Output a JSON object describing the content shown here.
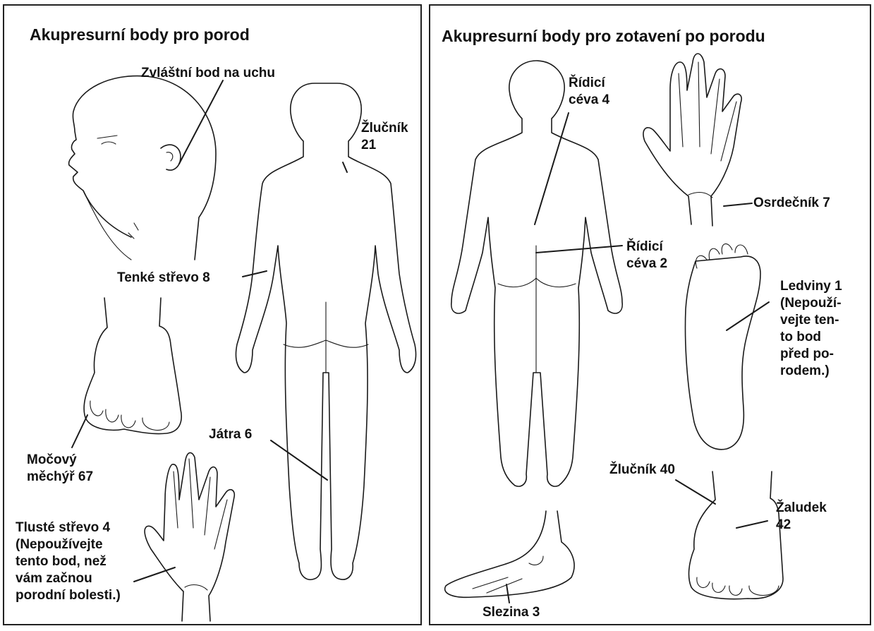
{
  "left_panel": {
    "title": "Akupresurní body pro porod",
    "labels": {
      "ear": "Zvláštní bod na uchu",
      "gallbladder_21": [
        "Žlučník",
        "21"
      ],
      "small_intestine_8": "Tenké střevo 8",
      "liver_6": "Játra 6",
      "bladder_67": [
        "Močový",
        "měchýř 67"
      ],
      "large_intestine_4": [
        "Tlusté střevo 4",
        "(Nepoužívejte",
        "tento bod, než",
        "vám začnou",
        "porodní bolesti.)"
      ]
    }
  },
  "right_panel": {
    "title": "Akupresurní body pro zotavení po porodu",
    "labels": {
      "governing_vessel_4": [
        "Řídicí",
        "céva 4"
      ],
      "pericardium_7": "Osrdečník 7",
      "governing_vessel_2": [
        "Řídicí",
        "céva 2"
      ],
      "kidney_1": [
        "Ledviny 1",
        "(Nepouží-",
        "vejte ten-",
        "to bod",
        "před po-",
        "rodem.)"
      ],
      "gallbladder_40": "Žlučník 40",
      "stomach_42": [
        "Žaludek",
        "42"
      ],
      "spleen_3": "Slezina 3"
    }
  }
}
